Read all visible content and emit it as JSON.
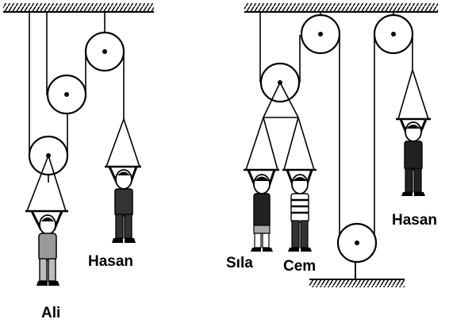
{
  "labels": {
    "ali": "Ali",
    "hasan_left": "Hasan",
    "sila": "Sıla",
    "cem": "Cem",
    "hasan_right": "Hasan"
  }
}
